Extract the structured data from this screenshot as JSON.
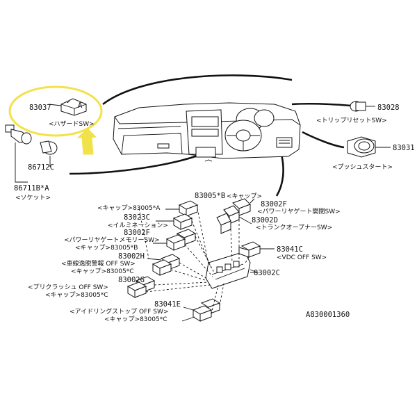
{
  "callouts": {
    "hazard_part": "83037",
    "hazard_name": "<ハザードSW>",
    "hazard_sym": "A",
    "trip_part": "83028",
    "trip_name": "<トリップリセットSW>",
    "push_part": "83031",
    "push_name": "<プッシュスタート>",
    "socket_part_a": "86712C",
    "socket_part_b": "86711B*A",
    "socket_name": "<ソケット>",
    "cap_b_part": "83005*B",
    "cap_b_name": "<キャップ>",
    "liftgate_part": "83002F",
    "liftgate_name": "<パワーリヤゲート開閉SW>",
    "trunk_part": "83002D",
    "trunk_name": "<トランクオープナーSW>",
    "cap_a": "<キャップ>83005*A",
    "illum_part": "83023C",
    "illum_name": "<イルミネーション>",
    "mem_part": "83002F",
    "mem_name": "<パワーリヤゲートメモリーSW>",
    "cap_b2": "<キャップ>83005*B",
    "vdc_part": "83041C",
    "vdc_name": "<VDC OFF SW>",
    "h_part": "83002H",
    "h_name": "<車線逸脱警報 OFF SW>",
    "c_cap1": "<キャップ>83005*C",
    "panel_part": "83002C",
    "g_part": "83002G",
    "g_name": "<プリクラッシュ OFF SW>",
    "c_cap2": "<キャップ>83005*C",
    "e_part": "83041E",
    "e_name": "<アイドリングストップ OFF SW>",
    "c_cap3": "<キャップ>83005*C",
    "ref_code": "A830001360"
  },
  "colors": {
    "highlight": "#f2e24a",
    "ink": "#111111"
  }
}
